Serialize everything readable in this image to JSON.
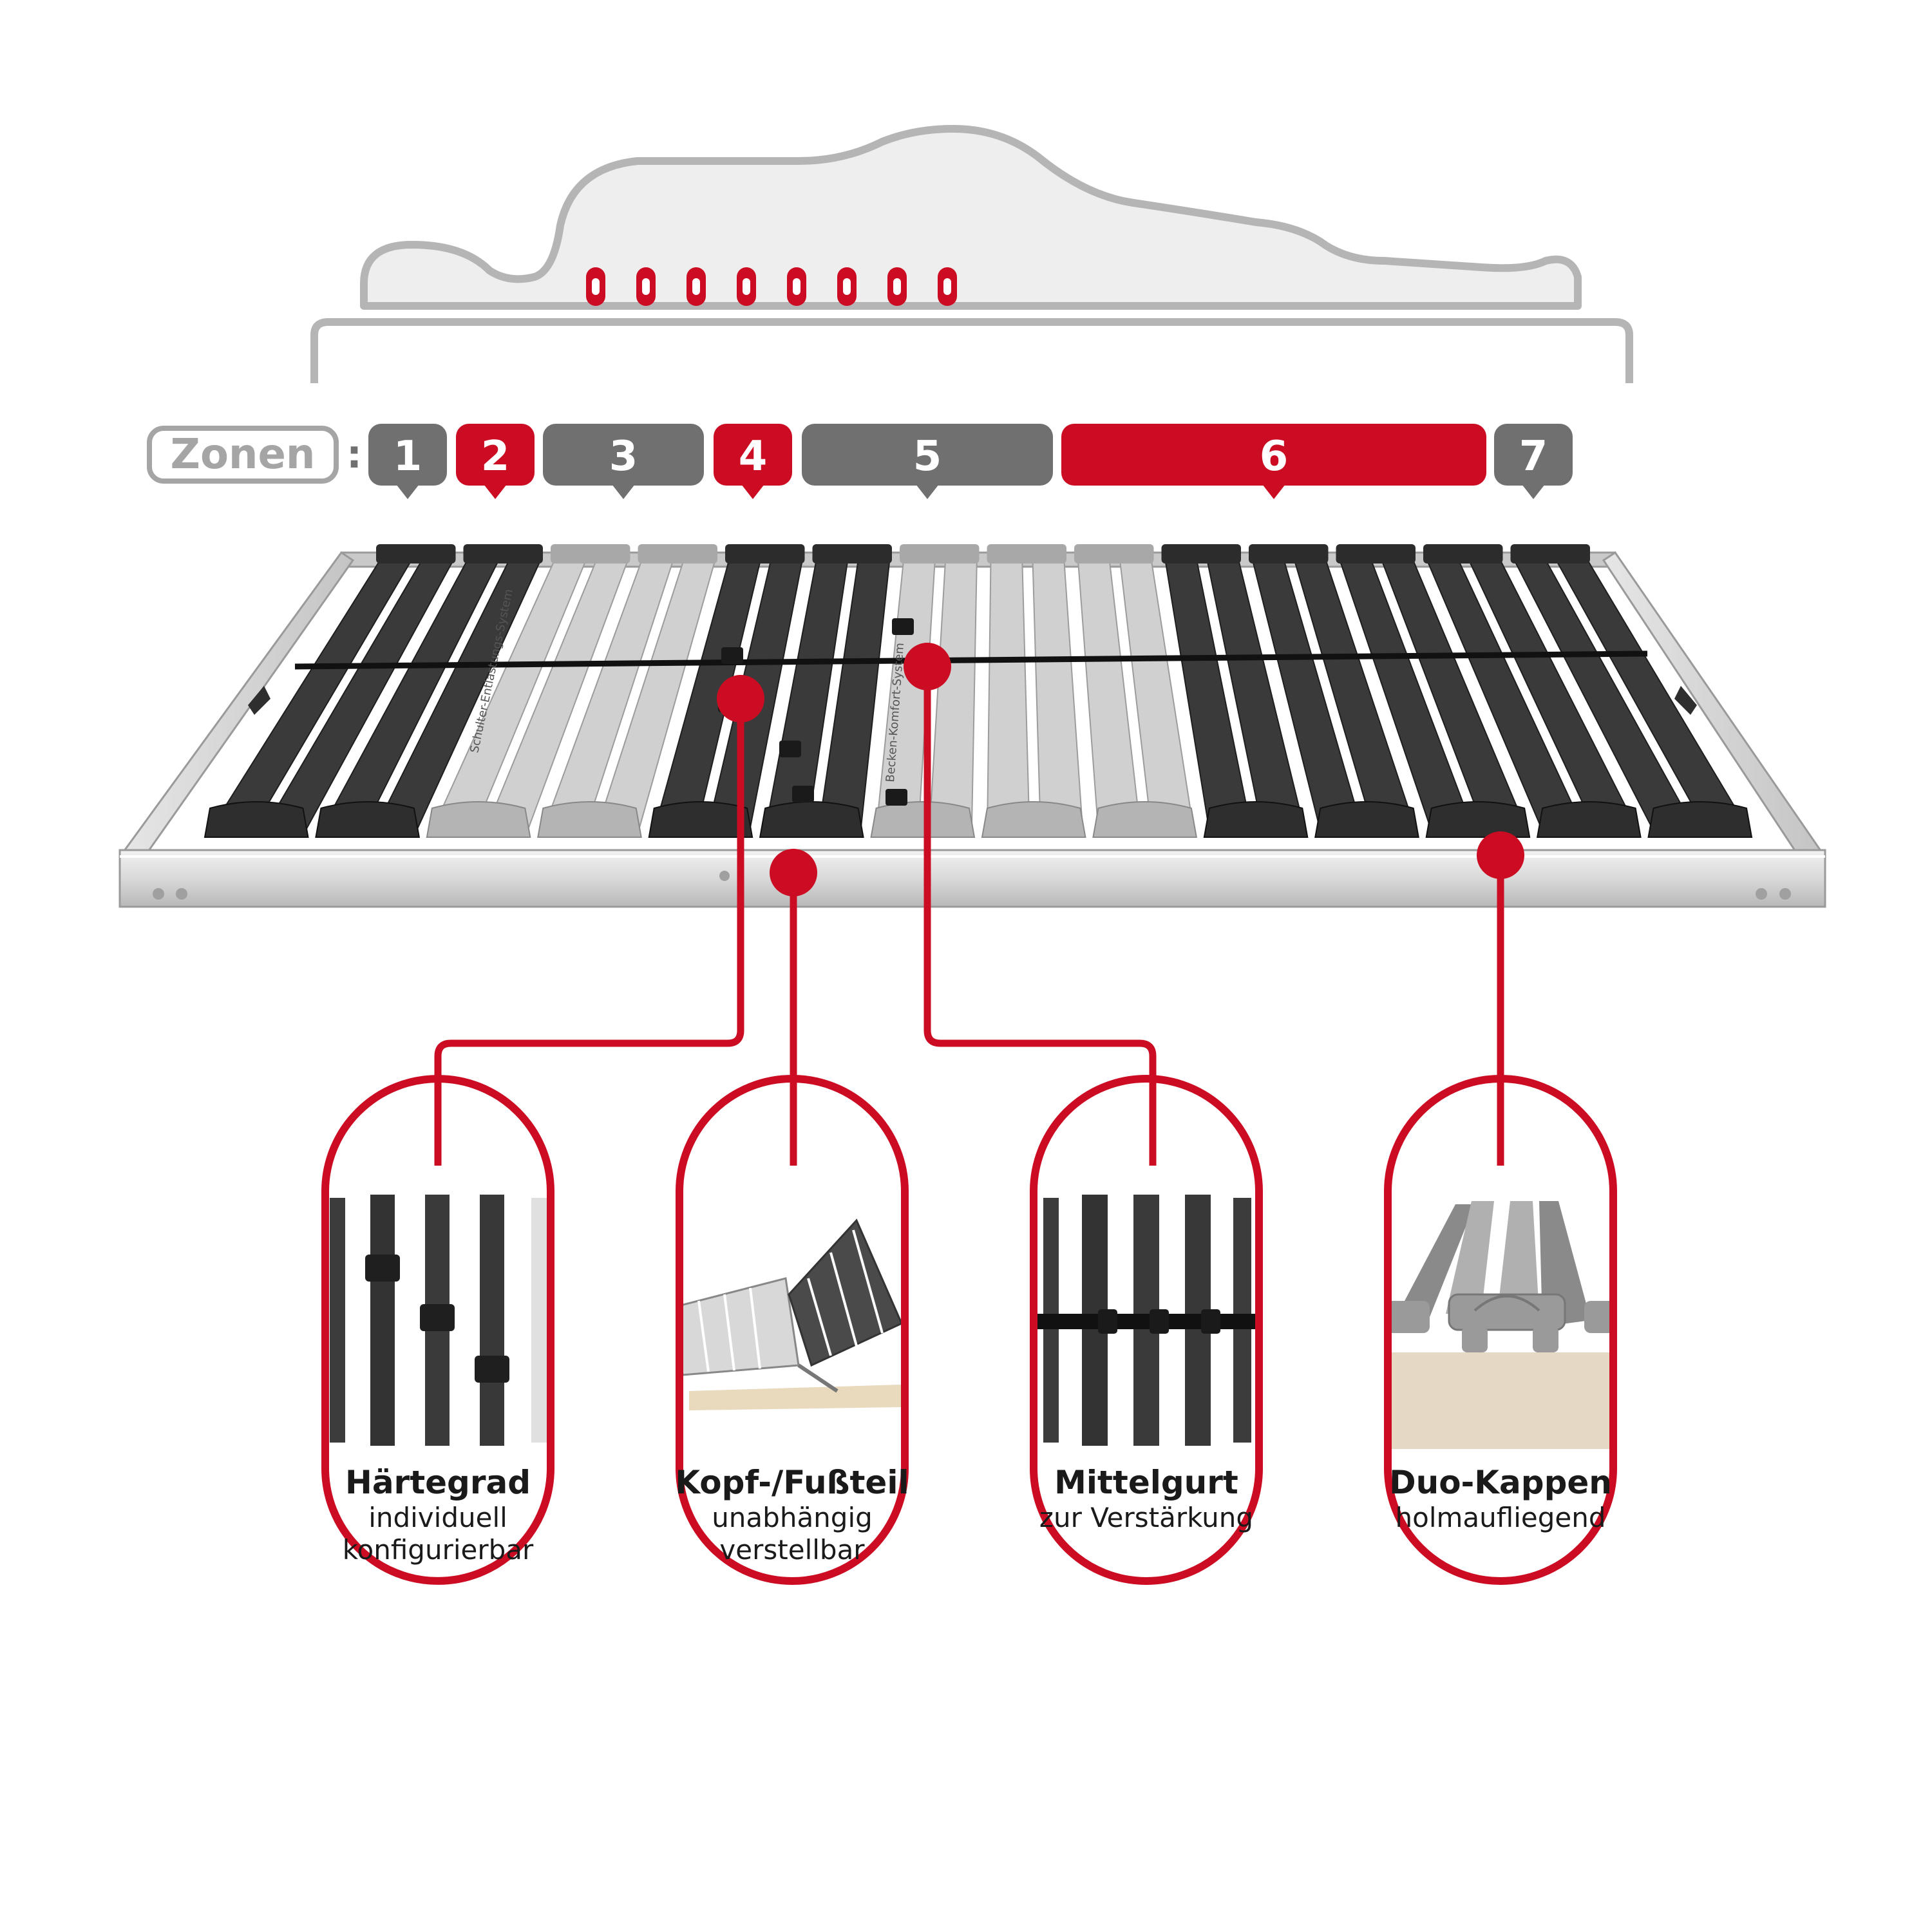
{
  "zones_label": "Zonen",
  "zones": [
    {
      "label": "1",
      "color": "#707070"
    },
    {
      "label": "2",
      "color": "#cc0c22"
    },
    {
      "label": "3",
      "color": "#707070"
    },
    {
      "label": "4",
      "color": "#cc0c22"
    },
    {
      "label": "5",
      "color": "#707070"
    },
    {
      "label": "6",
      "color": "#cc0c22"
    },
    {
      "label": "7",
      "color": "#707070"
    }
  ],
  "slat_prints": {
    "left": "Schulter-Entlastungs-System",
    "mid": "Becken-Komfort-System"
  },
  "features": [
    {
      "title": "Härtegrad",
      "subtitle_lines": [
        "individuell",
        "konfigurierbar"
      ],
      "icon": "slat-slider-detail"
    },
    {
      "title": "Kopf-/Fußteil",
      "subtitle_lines": [
        "unabhängig",
        "verstellbar"
      ],
      "icon": "adjustable-frame"
    },
    {
      "title": "Mittelgurt",
      "subtitle_lines": [
        "zur Verstärkung"
      ],
      "icon": "center-strap"
    },
    {
      "title": "Duo-Kappen",
      "subtitle_lines": [
        "holmaufliegend"
      ],
      "icon": "duo-caps"
    }
  ],
  "colors": {
    "accent": "#cc0c22",
    "gray": "#707070",
    "outline": "#b5b5b5",
    "dark_slat": "#3a3a3a",
    "light_slat": "#d0d0d0"
  }
}
